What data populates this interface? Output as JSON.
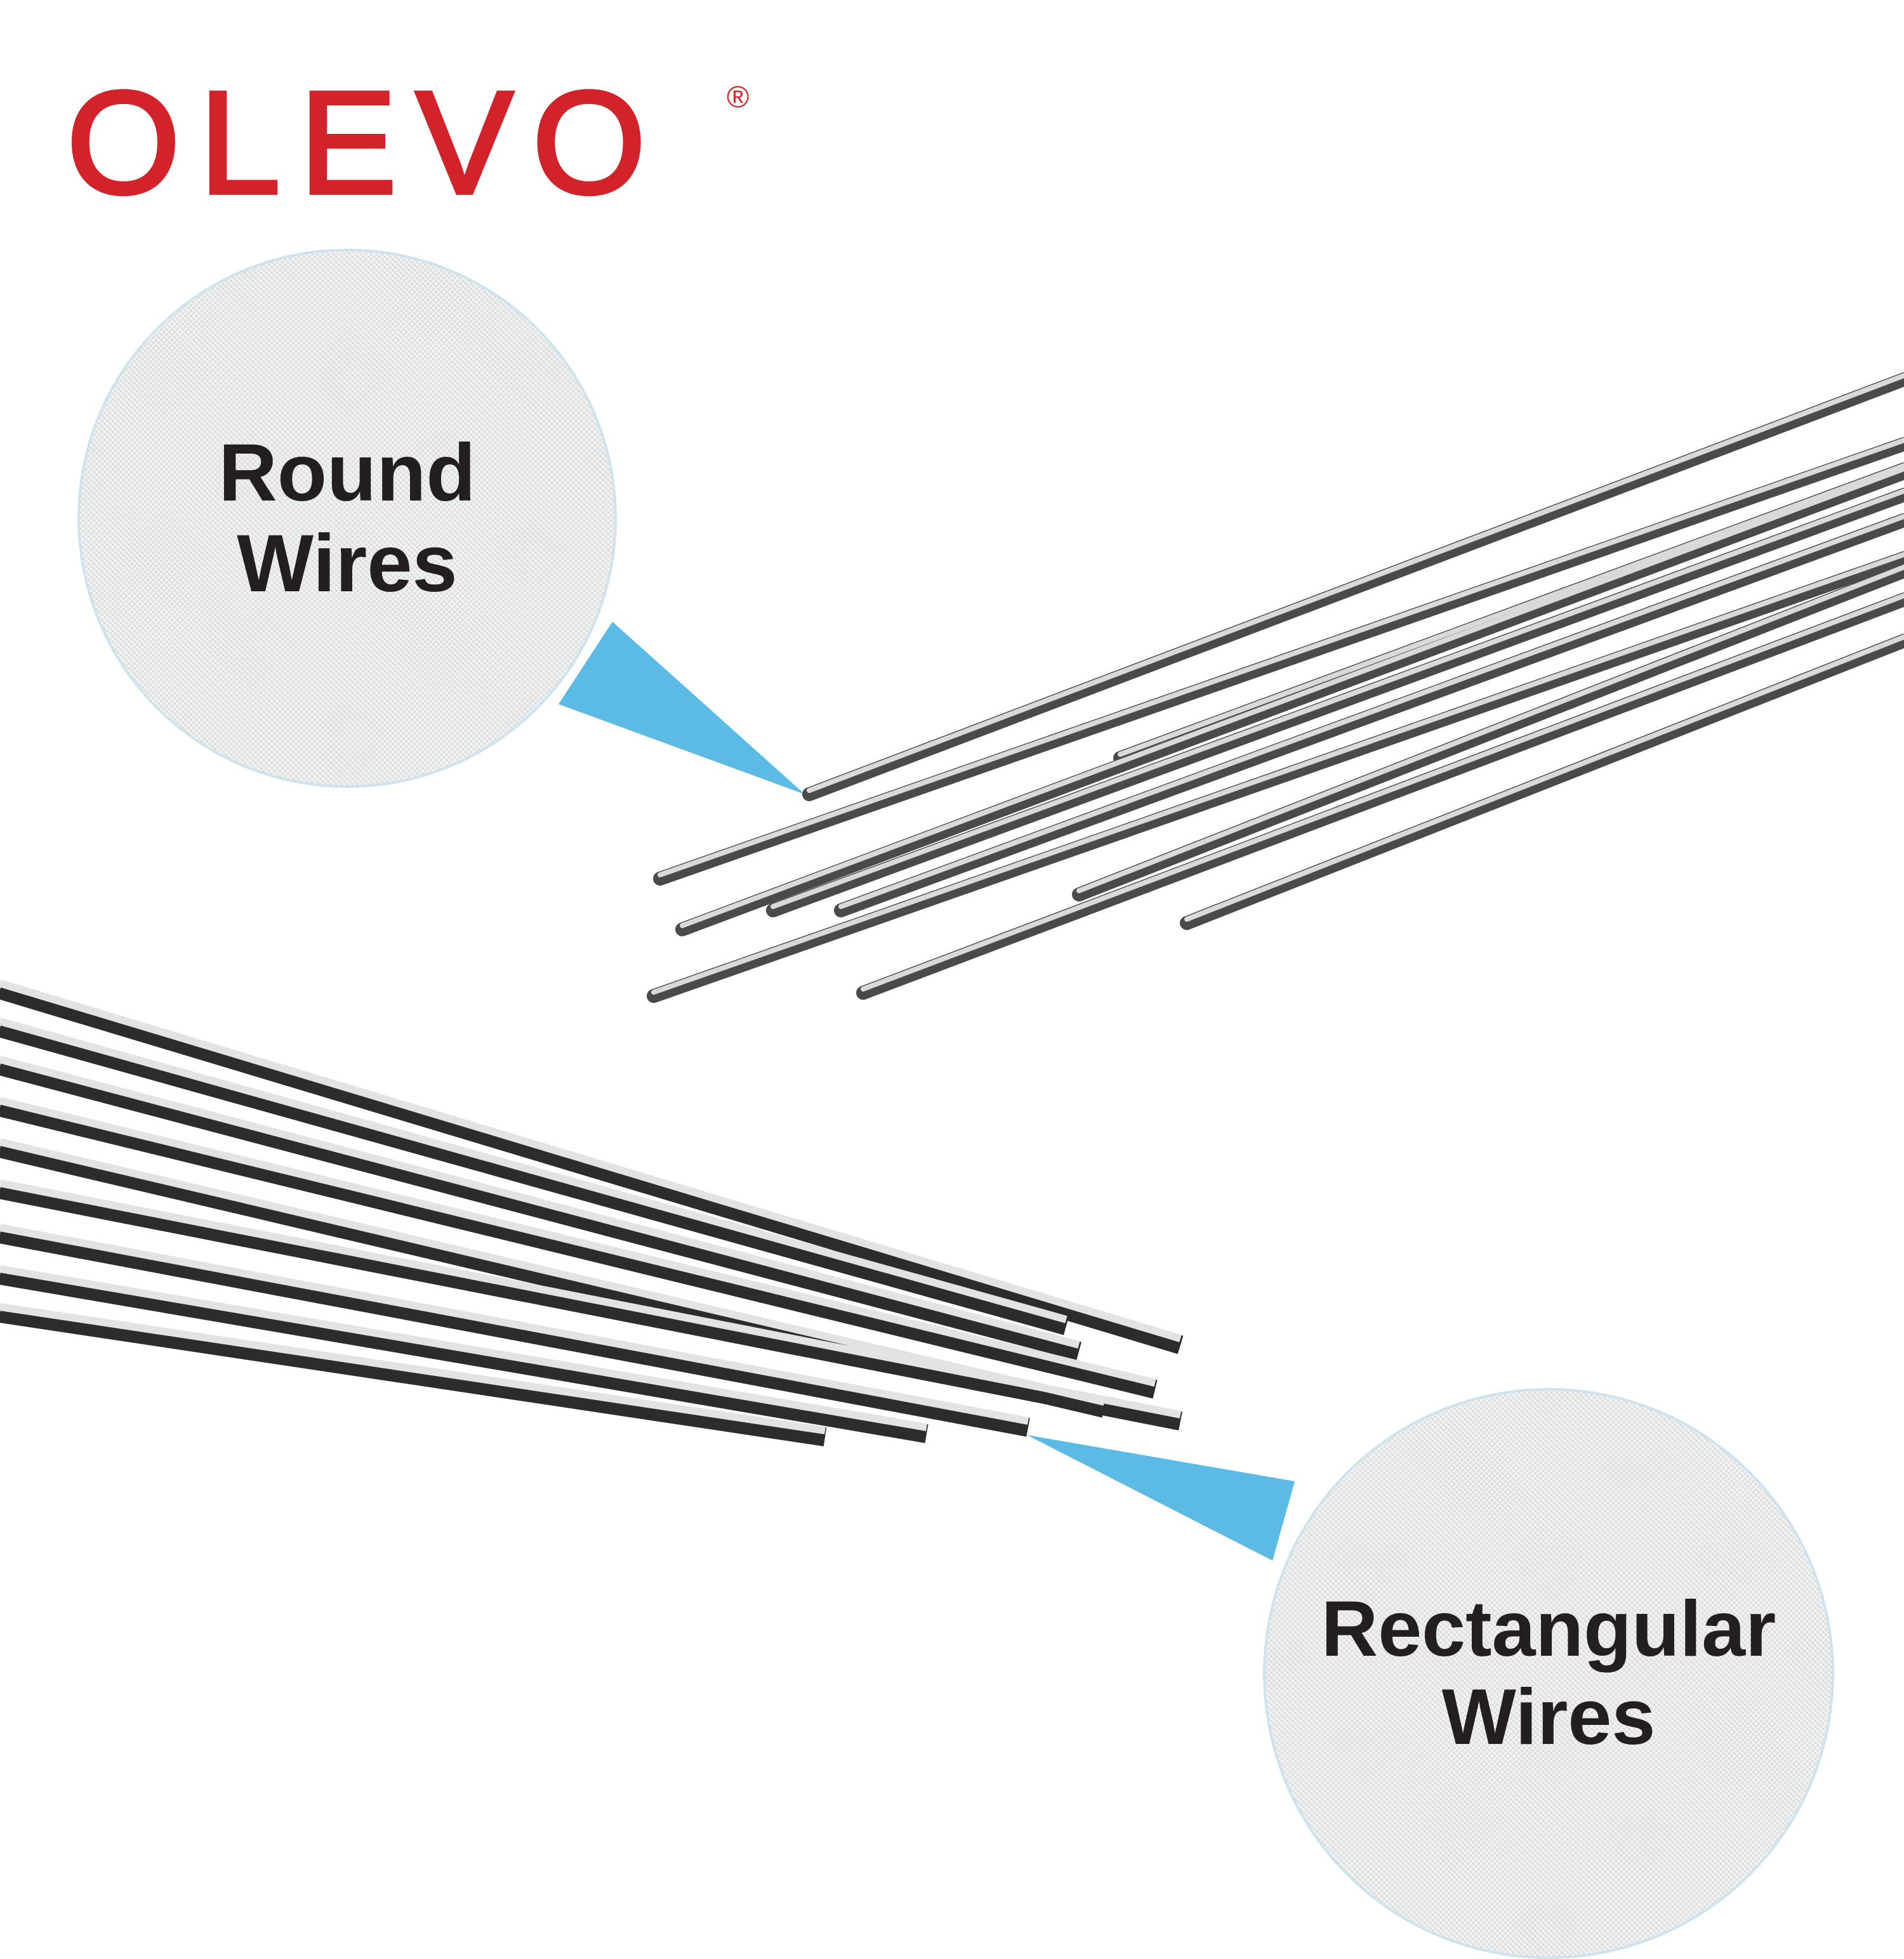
{
  "brand": {
    "logo_text": "OLEVO",
    "registered_mark": "®",
    "color": "#d2232a"
  },
  "callouts": {
    "round": {
      "line1": "Round",
      "line2": "Wires"
    },
    "rectangular": {
      "line1": "Rectangular",
      "line2": "Wires"
    },
    "pointer_color": "#5bbbe4"
  }
}
